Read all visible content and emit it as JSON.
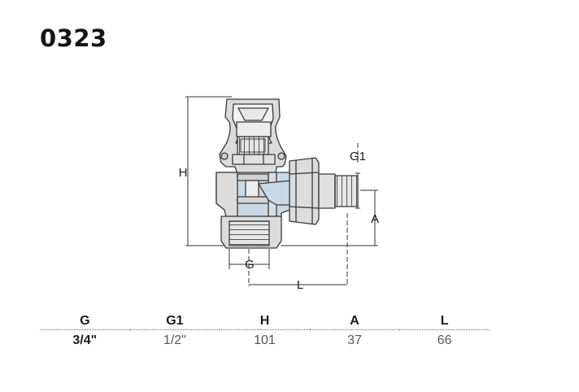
{
  "product": {
    "code": "0323"
  },
  "diagram": {
    "labels": {
      "H": "H",
      "G": "G",
      "G1": "G1",
      "A": "A",
      "L": "L"
    },
    "colors": {
      "liquid": "#c9d9e6",
      "metal": "#dcdcdc",
      "outline": "#3a3a3a"
    }
  },
  "specs": {
    "headers": [
      "G",
      "G1",
      "H",
      "A",
      "L"
    ],
    "values": [
      "3/4\"",
      "1/2\"",
      "101",
      "37",
      "66"
    ]
  }
}
